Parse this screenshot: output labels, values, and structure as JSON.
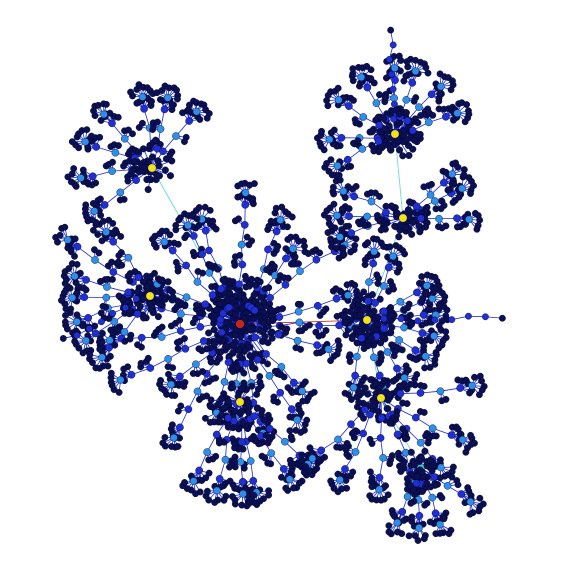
{
  "graph": {
    "type": "radial tree network",
    "background_color": "#ffffff",
    "node_colors": {
      "leaf": "#0b1050",
      "interior": "#1f2fd0",
      "branch": "#2e8fe6",
      "sub_hub": "#39d4c8",
      "hub": "#f2e21c",
      "root": "#c0281e"
    },
    "edge_colors": {
      "default": "#1a2bd6",
      "hub_link": "#5fd8c8",
      "root_link": "#c0281e"
    },
    "root": "A",
    "nodes": [
      {
        "id": "A",
        "role": "root"
      },
      {
        "id": "B",
        "role": "hub"
      },
      {
        "id": "C",
        "role": "hub"
      },
      {
        "id": "D",
        "role": "hub"
      },
      {
        "id": "E",
        "role": "hub"
      },
      {
        "id": "F",
        "role": "hub"
      },
      {
        "id": "G",
        "role": "hub"
      },
      {
        "id": "H",
        "role": "hub"
      }
    ],
    "links": [
      {
        "source": "A",
        "target": "B",
        "kind": "root_link"
      },
      {
        "source": "A",
        "target": "F",
        "kind": "hub_link"
      },
      {
        "source": "A",
        "target": "G",
        "kind": "hub_link"
      },
      {
        "source": "A",
        "target": "H",
        "kind": "hub_link"
      },
      {
        "source": "B",
        "target": "C",
        "kind": "hub_link"
      },
      {
        "source": "C",
        "target": "D",
        "kind": "hub_link"
      },
      {
        "source": "B",
        "target": "E",
        "kind": "hub_link"
      }
    ]
  }
}
